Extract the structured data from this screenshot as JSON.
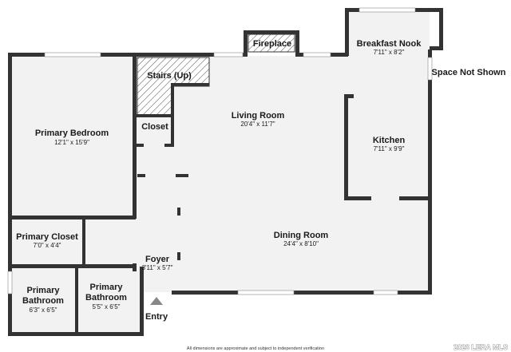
{
  "rooms": {
    "primary_bedroom": {
      "name": "Primary Bedroom",
      "dims": "12'1\" x 15'9\""
    },
    "stairs": {
      "name": "Stairs (Up)"
    },
    "closet": {
      "name": "Closet"
    },
    "living_room": {
      "name": "Living Room",
      "dims": "20'4\" x 11'7\""
    },
    "fireplace": {
      "name": "Fireplace"
    },
    "breakfast_nook": {
      "name": "Breakfast Nook",
      "dims": "7'11\" x 8'2\""
    },
    "kitchen": {
      "name": "Kitchen",
      "dims": "7'11\" x 9'9\""
    },
    "dining_room": {
      "name": "Dining Room",
      "dims": "24'4\" x 8'10\""
    },
    "primary_closet": {
      "name": "Primary Closet",
      "dims": "7'0\" x 4'4\""
    },
    "foyer": {
      "name": "Foyer",
      "dims": "3'11\" x 5'7\""
    },
    "primary_bathroom_1": {
      "name": "Primary Bathroom",
      "name_line1": "Primary",
      "name_line2": "Bathroom",
      "dims": "6'3\" x 6'5\""
    },
    "primary_bathroom_2": {
      "name": "Primary Bathroom",
      "name_line1": "Primary",
      "name_line2": "Bathroom",
      "dims": "5'5\" x 6'5\""
    }
  },
  "labels": {
    "space_not_shown": "Space Not Shown",
    "entry": "Entry"
  },
  "footer": {
    "disclaimer": "All dimensions are approximate and subject to independent verification",
    "watermark": "2026 LERA MLS"
  },
  "colors": {
    "wall": "#333333",
    "floor": "#f2f2f2",
    "background": "#ffffff"
  }
}
